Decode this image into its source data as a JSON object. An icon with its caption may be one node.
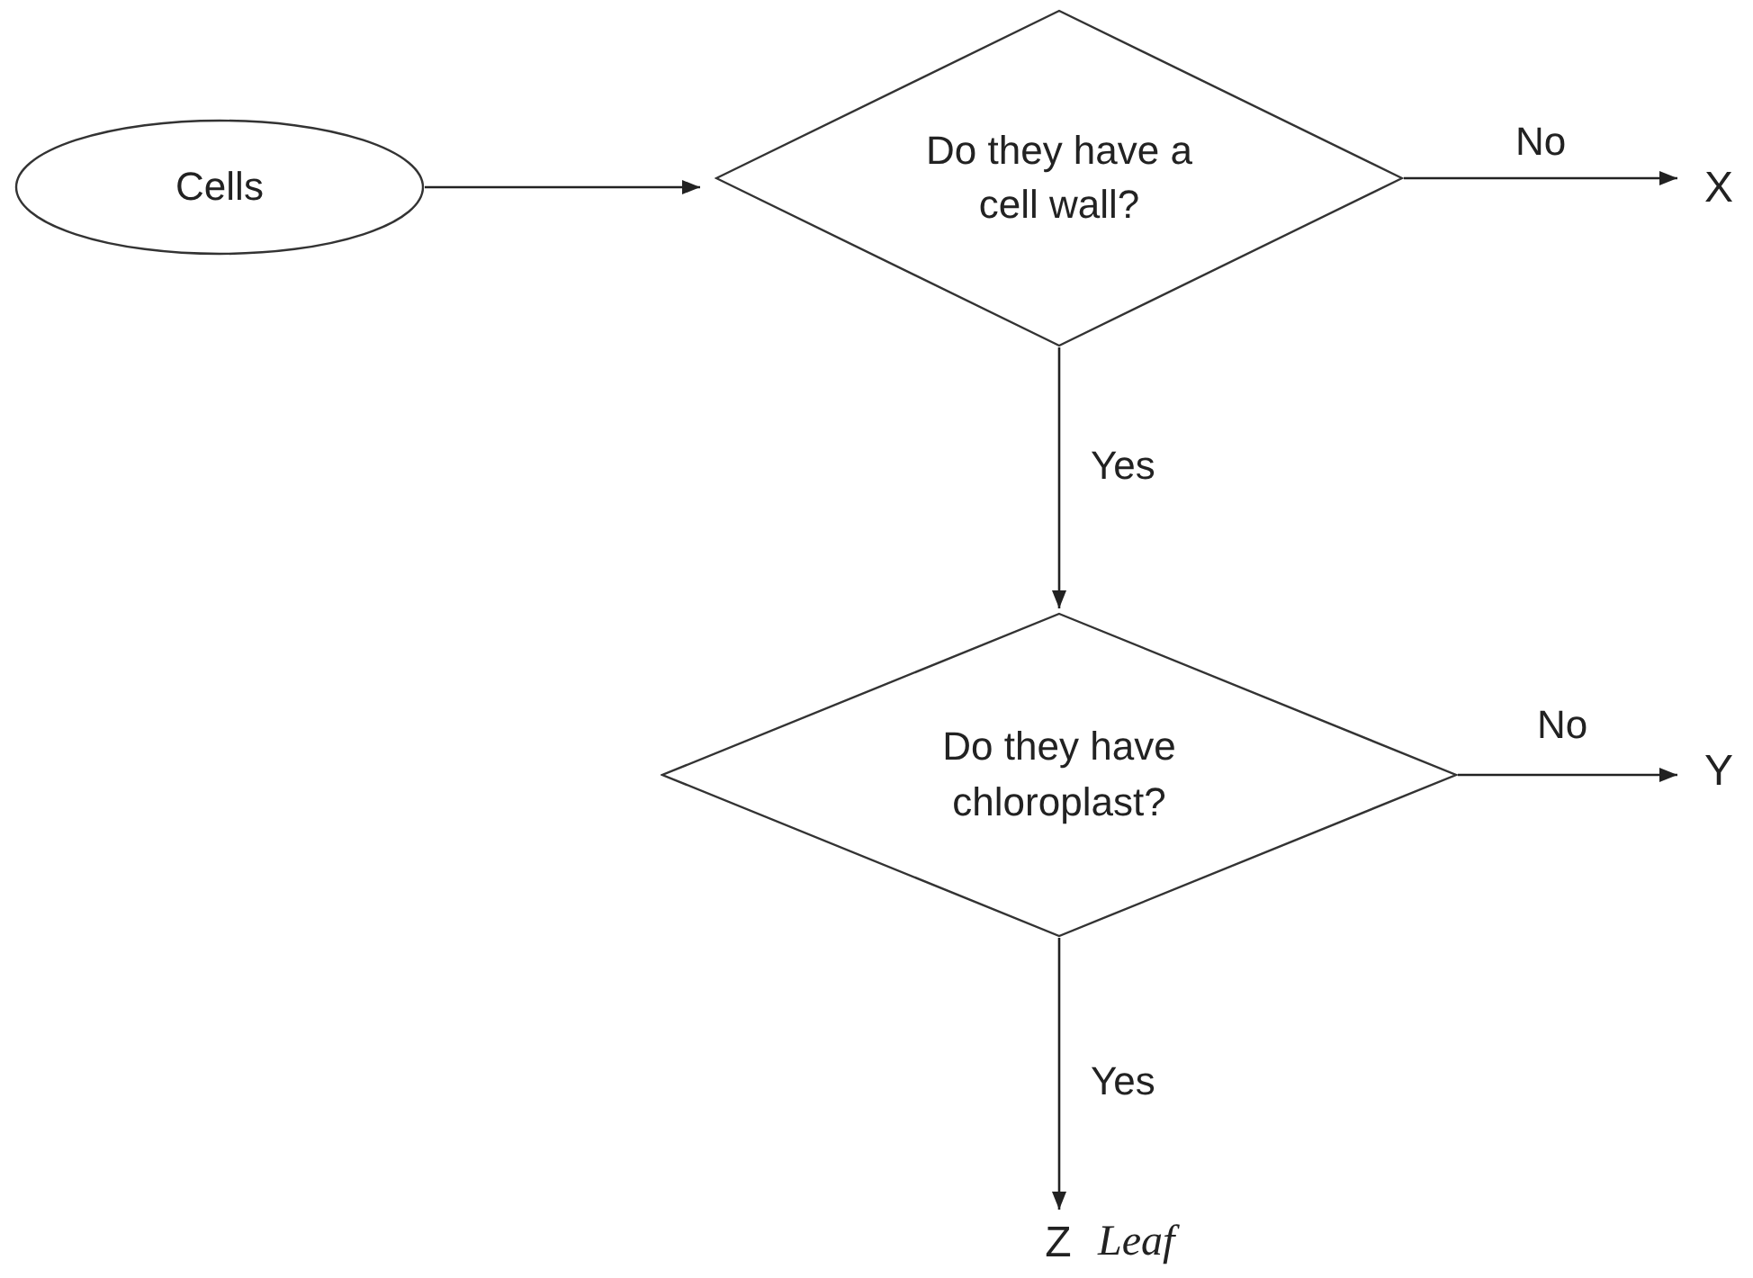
{
  "diagram": {
    "nodes": [
      {
        "text": [
          "Cells"
        ]
      },
      {
        "text": [
          "Do they have a cell wall?"
        ]
      },
      {
        "text": [
          "X"
        ]
      },
      {
        "text": [
          "Do they have chloroplast?"
        ]
      },
      {
        "text": [
          "Y"
        ]
      },
      {
        "text": [
          "Z"
        ],
        "beside": [
          "Leaf"
        ]
      }
    ],
    "edges": [
      {
        "from": 0,
        "to": 1,
        "arrow": "to"
      },
      {
        "from": 1,
        "to": 2,
        "arrow": "to",
        "label": "No"
      },
      {
        "from": 1,
        "to": 3,
        "arrow": "to",
        "label": "Yes"
      },
      {
        "from": 3,
        "to": 4,
        "arrow": "to",
        "label": "No"
      },
      {
        "from": 3,
        "to": 5,
        "arrow": "to",
        "label": "Yes"
      }
    ]
  }
}
